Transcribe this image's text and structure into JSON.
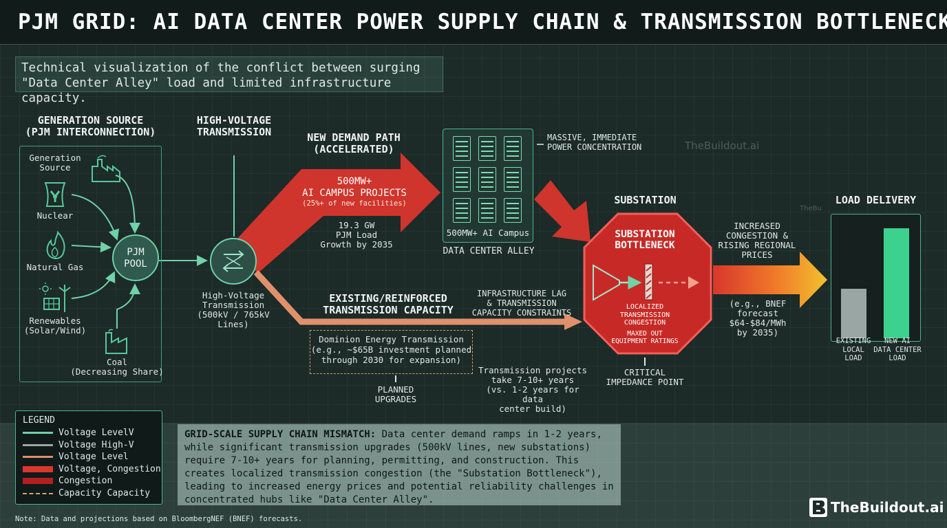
{
  "title": "PJM GRID: AI DATA CENTER POWER SUPPLY CHAIN & TRANSMISSION BOTTLENECK",
  "subtitle": [
    "Technical visualization of the conflict between surging",
    "\"Data Center Alley\" load and limited infrastructure capacity."
  ],
  "generation": {
    "heading": [
      "GENERATION SOURCE",
      "(PJM INTERCONNECTION)"
    ],
    "source_label": [
      "Generation",
      "Source"
    ],
    "nuclear": "Nuclear",
    "gas": "Natural Gas",
    "renewables": [
      "Renewables",
      "(Solar/Wind)"
    ],
    "coal": [
      "Coal",
      "(Decreasing Share)"
    ],
    "pool": [
      "PJM",
      "POOL"
    ]
  },
  "transmission": {
    "heading": [
      "HIGH-VOLTAGE",
      "TRANSMISSION"
    ],
    "node_label": [
      "High-Voltage",
      "Transmission",
      "(500kV / 765kV Lines)"
    ]
  },
  "new_demand": {
    "heading": [
      "NEW DEMAND PATH",
      "(ACCELERATED)"
    ],
    "arrow_title": [
      "500MW+",
      "AI CAMPUS PROJECTS"
    ],
    "arrow_sub": "(25%+ of new facilities)",
    "growth": [
      "19.3 GW",
      "PJM Load",
      "Growth by 2035"
    ]
  },
  "data_center": {
    "box_label": "500MW+ AI Campus",
    "name": "DATA CENTER ALLEY",
    "callout": [
      "MASSIVE, IMMEDIATE",
      "POWER CONCENTRATION"
    ]
  },
  "existing": {
    "heading": [
      "EXISTING/REINFORCED",
      "TRANSMISSION CAPACITY"
    ],
    "lag": [
      "INFRASTRUCTURE LAG",
      "& TRANSMISSION",
      "CAPACITY CONSTRAINTS"
    ],
    "dominion": [
      "Dominion Energy Transmission",
      "(e.g., ~$65B investment planned",
      "through 2030 for expansion)"
    ],
    "planned": [
      "PLANNED",
      "UPGRADES"
    ],
    "timeline": [
      "Transmission projects",
      "take 7-10+ years",
      "(vs. 1-2 years for data",
      "center build)"
    ]
  },
  "substation": {
    "heading": "SUBSTATION",
    "title": [
      "SUBSTATION",
      "BOTTLENECK"
    ],
    "detail": [
      "LOCALIZED",
      "TRANSMISSION",
      "CONGESTION"
    ],
    "maxed": [
      "MAXED OUT",
      "EQUIPMENT RATINGS"
    ],
    "impedance": [
      "CRITICAL",
      "IMPEDANCE POINT"
    ]
  },
  "congestion": {
    "label": [
      "INCREASED",
      "CONGESTION &",
      "RISING REGIONAL",
      "PRICES"
    ],
    "forecast": [
      "(e.g., BNEF",
      "forecast",
      "$64-$84/MWh",
      "by 2035)"
    ]
  },
  "load_delivery": {
    "heading": "LOAD DELIVERY",
    "bars": [
      {
        "label": [
          "EXISTING",
          "LOCAL",
          "LOAD"
        ],
        "level": 0.41,
        "color": "#9aa6a3"
      },
      {
        "label": [
          "NEW AI",
          "DATA CENTER",
          "LOAD"
        ],
        "level": 0.91,
        "color": "#3dd18e"
      }
    ]
  },
  "legend": {
    "title": "LEGEND",
    "items": [
      {
        "label": "Voltage LevelV",
        "color": "#6fd2a8",
        "style": "line"
      },
      {
        "label": "Voltage High-V",
        "color": "#9aa6a3",
        "style": "line"
      },
      {
        "label": "Voltage Level",
        "color": "#e0916c",
        "style": "line"
      },
      {
        "label": "Voltage, Congestion",
        "color": "#d9362c",
        "style": "bar"
      },
      {
        "label": "Congestion",
        "color": "#b51f1f",
        "style": "bar"
      },
      {
        "label": "Capacity Capacity",
        "color": "#c8a86e",
        "style": "dashed"
      }
    ]
  },
  "mismatch": {
    "bold": "GRID-SCALE SUPPLY CHAIN MISMATCH:",
    "text": " Data center demand ramps in 1-2 years, while significant transmission upgrades (500kV lines, new substations) require 7-10+ years for planning, permitting, and construction. This creates localized transmission congestion (the \"Substation Bottleneck\"), leading to increased energy prices and potential reliability challenges in concentrated hubs like \"Data Center Alley\"."
  },
  "note": "Note: Data and projections based on BloombergNEF (BNEF) forecasts.",
  "brand": "TheBuildout.ai",
  "watermark": "TheBuildout.ai",
  "watermark_small": "TheBu"
}
